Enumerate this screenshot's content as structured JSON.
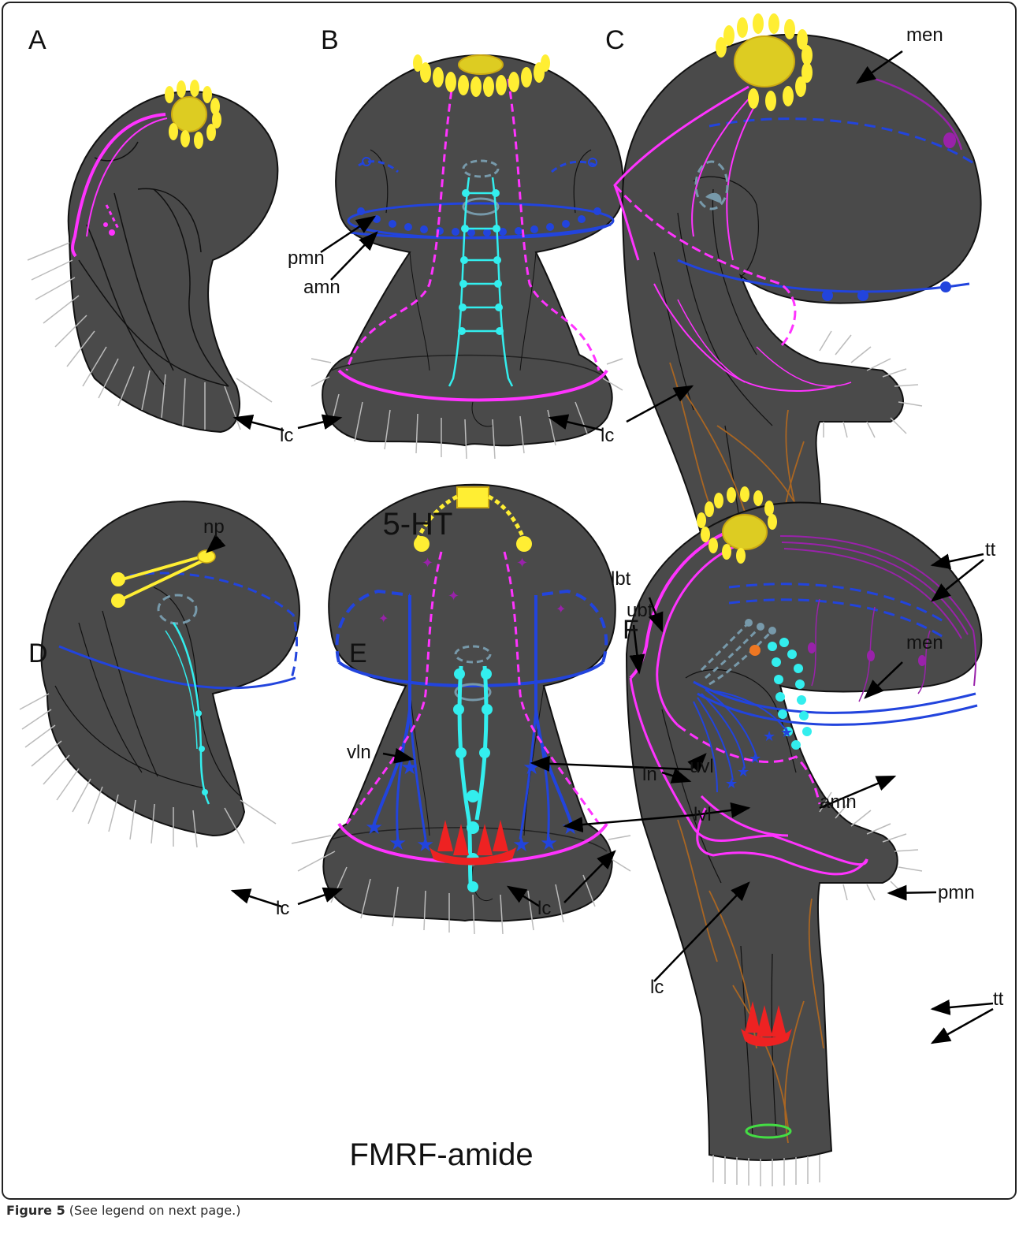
{
  "panels": {
    "a": "A",
    "b": "B",
    "c": "C",
    "d": "D",
    "e": "E",
    "f": "F"
  },
  "titles": {
    "top": "5-HT",
    "bottom": "FMRF-amide"
  },
  "labels": {
    "pmn": "pmn",
    "amn": "amn",
    "lc": "lc",
    "men": "men",
    "tt": "tt",
    "np": "np",
    "vln": "vln",
    "uvl": "uvl",
    "lvl": "lvl",
    "ln": "ln",
    "ubt": "ubt",
    "lbt": "lbt"
  },
  "caption": {
    "label": "Figure 5",
    "text": " (See legend on next page.)"
  },
  "colors": {
    "body": "#4a4a4a",
    "outline": "#111111",
    "serotonin_neuron": "#ff33ff",
    "apical_organ": "#ffee33",
    "prototroch_nerve": "#2244dd",
    "ventral_nerve": "#33eeee",
    "larval_eye": "#7799aa",
    "telotroch": "#44dd44",
    "mantle_neuron": "#9922aa",
    "fmrf_cells": "#ee2222",
    "muscle": "#aa6622"
  }
}
